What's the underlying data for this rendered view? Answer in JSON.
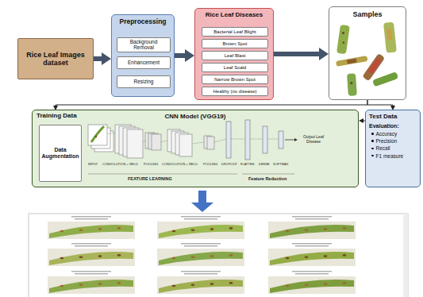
{
  "diagram": {
    "nodes": [
      {
        "text": [
          "Rice Leaf Images dataset"
        ]
      },
      {
        "text": [
          "Preprocessing"
        ]
      },
      {
        "text": [
          "Background Removal"
        ],
        "in": 1
      },
      {
        "text": [
          "Enhancement"
        ],
        "in": 1
      },
      {
        "text": [
          "Resizing"
        ],
        "in": 1
      },
      {
        "text": [
          "Rice Leaf Diseases"
        ]
      },
      {
        "text": [
          "Bacterial Leaf Blight"
        ],
        "in": 5
      },
      {
        "text": [
          "Brown Spot"
        ],
        "in": 5
      },
      {
        "text": [
          "Leaf Blast"
        ],
        "in": 5
      },
      {
        "text": [
          "Leaf Scald"
        ],
        "in": 5
      },
      {
        "text": [
          "Narrow Brown Spot"
        ],
        "in": 5
      },
      {
        "text": [
          "Healthy (no disease)"
        ],
        "in": 5
      },
      {
        "text": [
          "Samples"
        ]
      },
      {
        "text": [
          "Training Data",
          "CNN Model (VGG19)"
        ]
      },
      {
        "text": [
          "Data Augmentation"
        ],
        "in": 13
      },
      {
        "text": [
          "Test Data",
          "Evaluation:",
          "Accuracy",
          "Precision",
          "Recall",
          "F1 measure"
        ]
      }
    ],
    "edges": [
      {
        "from": 0,
        "to": 1,
        "arrow": "to"
      },
      {
        "from": 1,
        "to": 5,
        "arrow": "to"
      },
      {
        "from": 5,
        "to": 12,
        "arrow": "to"
      },
      {
        "from": 12,
        "to": 13,
        "arrow": "to"
      },
      {
        "from": 12,
        "to": 15,
        "arrow": "to"
      },
      {
        "from": 15,
        "to": 13,
        "arrow": "to"
      }
    ],
    "labels": [
      "INPUT",
      "CONVOLUTION + RELU",
      "POOLING",
      "CONVOLUTION + RELU",
      "POOLING",
      "DROPOUT",
      "FLATTEN",
      "DENSE",
      "SOFTMAX",
      "Output Leaf Disease",
      "FEATURE LEARNING",
      "Feature Reduction"
    ]
  }
}
